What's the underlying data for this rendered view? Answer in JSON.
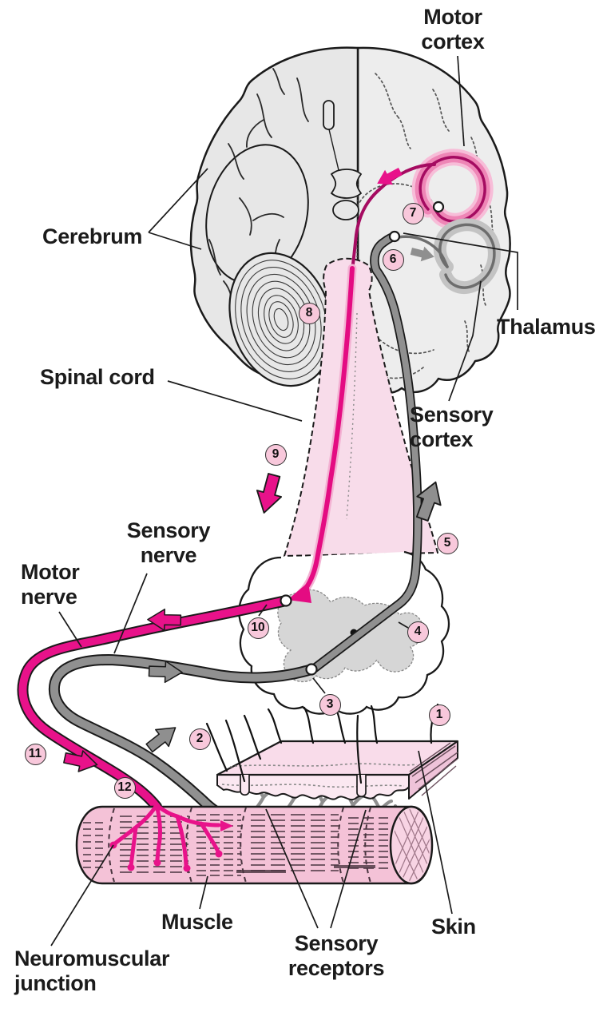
{
  "labels": {
    "motor_cortex": "Motor\ncortex",
    "cerebrum": "Cerebrum",
    "thalamus": "Thalamus",
    "sensory_cortex": "Sensory\ncortex",
    "spinal_cord": "Spinal cord",
    "sensory_nerve": "Sensory\nnerve",
    "motor_nerve": "Motor\nnerve",
    "muscle": "Muscle",
    "neuromuscular_junction": "Neuromuscular\njunction",
    "sensory_receptors": "Sensory\nreceptors",
    "skin": "Skin"
  },
  "markers": [
    "1",
    "2",
    "3",
    "4",
    "5",
    "6",
    "7",
    "8",
    "9",
    "10",
    "11",
    "12"
  ],
  "colors": {
    "motor_pathway": "#e8128a",
    "motor_dark": "#a50b61",
    "sensory_pathway": "#909090",
    "sensory_dark": "#6d6d6d",
    "marker_fill": "#f8c8db",
    "spinal_cord_pink": "#f8dcea",
    "muscle_pink": "#f4c2d7",
    "skin_pink": "#f9dcea",
    "brain_gray": "#e7e7e7"
  },
  "arrows": [
    {
      "name": "motor-descending-brain-arrow",
      "direction": "down-left",
      "color": "#e8128a"
    },
    {
      "name": "sensory-to-cortex-arrow",
      "direction": "right",
      "color": "#909090"
    },
    {
      "name": "motor-descending-cord-arrow",
      "direction": "down",
      "color": "#e8128a"
    },
    {
      "name": "sensory-ascending-cord-arrow",
      "direction": "up",
      "color": "#909090"
    },
    {
      "name": "motor-exit-cord-arrow",
      "direction": "left",
      "color": "#e8128a"
    },
    {
      "name": "sensory-enter-cord-arrow",
      "direction": "right",
      "color": "#909090"
    },
    {
      "name": "sensory-ascending-nerve-arrow",
      "direction": "up-right",
      "color": "#909090"
    },
    {
      "name": "motor-to-muscle-arrow",
      "direction": "down-right",
      "color": "#e8128a"
    }
  ]
}
